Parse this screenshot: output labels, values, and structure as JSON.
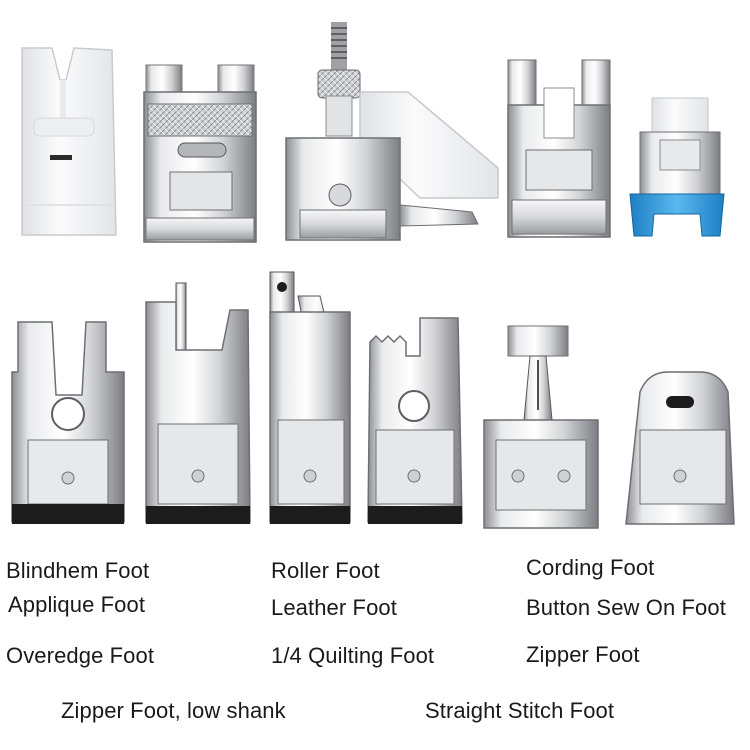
{
  "labels": {
    "blindhem": "Blindhem Foot",
    "applique": "Applique Foot",
    "overedge": "Overedge Foot",
    "roller": "Roller Foot",
    "leather": "Leather Foot",
    "quilting": "1/4 Quilting Foot",
    "cording": "Cording Foot",
    "button": "Button Sew On Foot",
    "zipper": "Zipper Foot",
    "zipper_low": "Zipper Foot, low shank",
    "straight": "Straight Stitch Foot"
  },
  "colors": {
    "background": "#ffffff",
    "metal_light": "#f4f4f6",
    "metal_mid": "#c9cacd",
    "metal_dark": "#6c6e73",
    "teflon_white": "#f6f7f8",
    "clip_blue": "#3aa0e0",
    "foot_base_black": "#1c1c1c",
    "text": "#1a1a1a"
  },
  "icons": [
    "presser-foot-image"
  ]
}
